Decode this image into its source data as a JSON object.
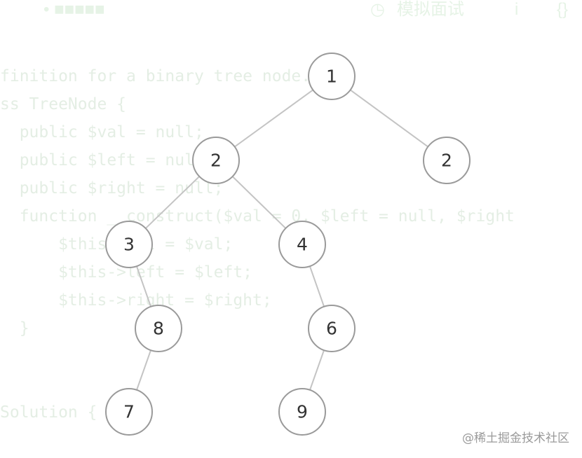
{
  "top_bar": {
    "left_text": "• ■■■■■",
    "mock_interview_label": "模拟面试",
    "info_glyph": "i",
    "braces_glyph": "{}"
  },
  "code_lines": [
    "finition for a binary tree node.",
    "ss TreeNode {",
    "  public $val = null;",
    "  public $left = null;",
    "  public $right = null;",
    "  function __construct($val = 0, $left = null, $right",
    "      $this->val = $val;",
    "      $this->left = $left;",
    "      $this->right = $right;",
    "  }",
    "",
    "Solution {"
  ],
  "tree": {
    "nodes": [
      {
        "id": "n1",
        "value": "1"
      },
      {
        "id": "n2a",
        "value": "2"
      },
      {
        "id": "n2b",
        "value": "2"
      },
      {
        "id": "n3",
        "value": "3"
      },
      {
        "id": "n4",
        "value": "4"
      },
      {
        "id": "n8",
        "value": "8"
      },
      {
        "id": "n6",
        "value": "6"
      },
      {
        "id": "n7",
        "value": "7"
      },
      {
        "id": "n9",
        "value": "9"
      }
    ],
    "edges": [
      [
        "n1",
        "n2a"
      ],
      [
        "n1",
        "n2b"
      ],
      [
        "n2a",
        "n3"
      ],
      [
        "n2a",
        "n4"
      ],
      [
        "n3",
        "n8"
      ],
      [
        "n4",
        "n6"
      ],
      [
        "n8",
        "n7"
      ],
      [
        "n6",
        "n9"
      ]
    ]
  },
  "watermark": "@稀土掘金技术社区"
}
